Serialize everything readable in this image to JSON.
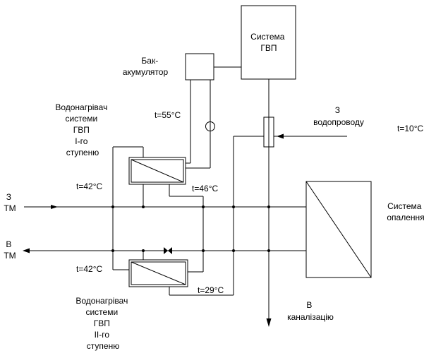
{
  "labels": {
    "dhw_system": [
      "Система",
      "ГВП"
    ],
    "storage_tank": [
      "Бак-",
      "акумулятор"
    ],
    "heater_stage1": [
      "Водонагрівач",
      "системи",
      "ГВП",
      "I-го",
      "ступеню"
    ],
    "heater_stage2": [
      "Водонагрівач",
      "системи",
      "ГВП",
      "II-го",
      "ступеню"
    ],
    "water_supply": [
      "З",
      "водопроводу"
    ],
    "heating_system": [
      "Система",
      "опалення"
    ],
    "from_heat_network": [
      "З",
      "ТМ"
    ],
    "to_heat_network": [
      "В",
      "ТМ"
    ],
    "to_sewer": [
      "В",
      "каналізацію"
    ]
  },
  "temperatures": {
    "tank_outlet": "t=55°C",
    "stage1_left": "t=42°C",
    "stage1_bottom": "t=46°C",
    "stage2_left": "t=42°C",
    "stage2_bottom": "t=29°C",
    "cold_water": "t=10°C"
  }
}
